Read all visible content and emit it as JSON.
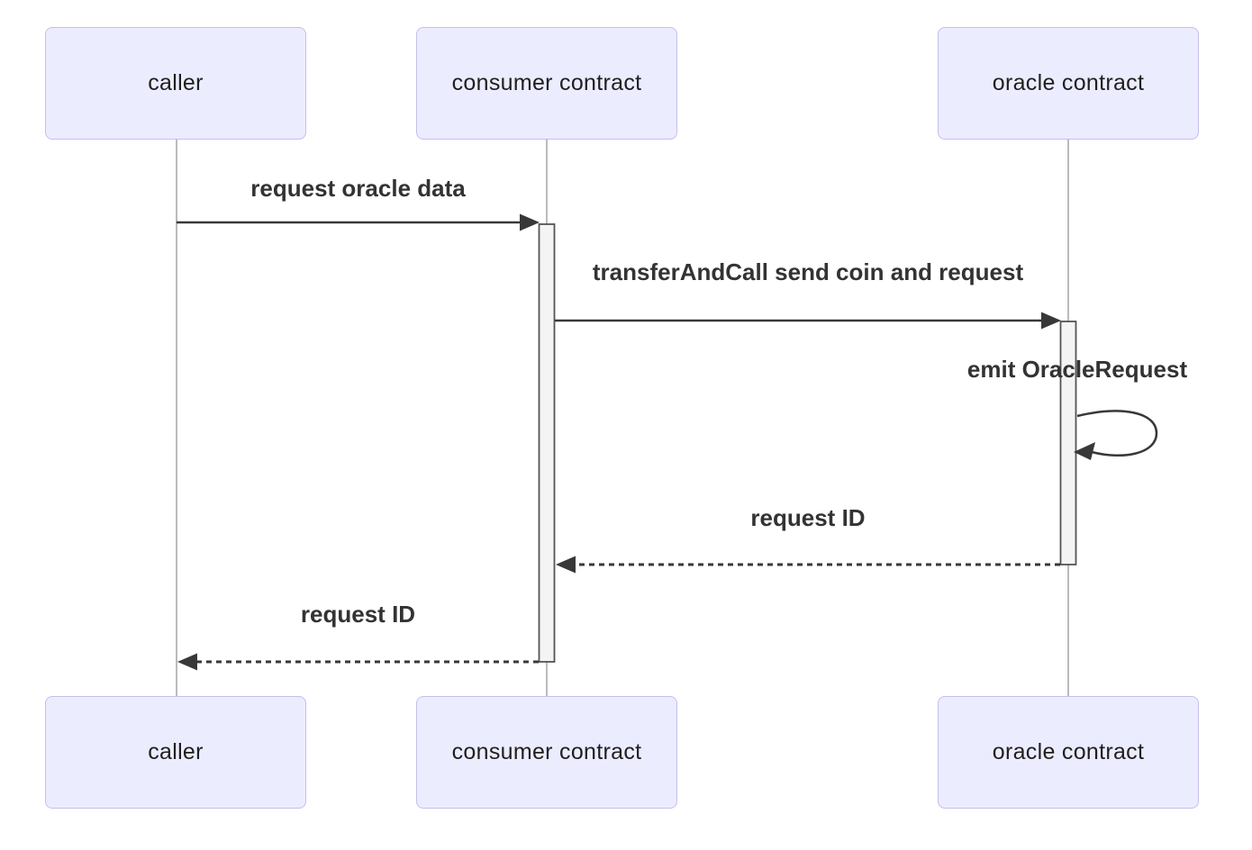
{
  "diagram": {
    "type": "sequence-diagram",
    "actors": [
      {
        "id": "caller",
        "label": "caller"
      },
      {
        "id": "consumer-contract",
        "label": "consumer contract"
      },
      {
        "id": "oracle-contract",
        "label": "oracle contract"
      }
    ],
    "messages": [
      {
        "from": "caller",
        "to": "consumer contract",
        "label": "request oracle data",
        "line": "solid",
        "arrow": "filled"
      },
      {
        "from": "consumer contract",
        "to": "oracle contract",
        "label": "transferAndCall send coin and request",
        "line": "solid",
        "arrow": "filled"
      },
      {
        "from": "oracle contract",
        "to": "oracle contract",
        "label": "emit OracleRequest",
        "line": "self-loop",
        "arrow": "filled"
      },
      {
        "from": "oracle contract",
        "to": "consumer contract",
        "label": "request ID",
        "line": "dashed",
        "arrow": "filled"
      },
      {
        "from": "consumer contract",
        "to": "caller",
        "label": "request ID",
        "line": "dashed",
        "arrow": "filled"
      }
    ],
    "activations": [
      {
        "actor": "consumer contract"
      },
      {
        "actor": "oracle contract"
      }
    ],
    "colors": {
      "background": "#FFFFFF",
      "actor_fill": "#ECECFF",
      "actor_border": "#C5BFEA",
      "actor_text": "#1F1F1F",
      "lifeline": "#9E9E9E",
      "activation_fill": "#F4F4F4",
      "activation_border": "#545454",
      "message_line": "#383838",
      "message_text": "#333333"
    }
  }
}
